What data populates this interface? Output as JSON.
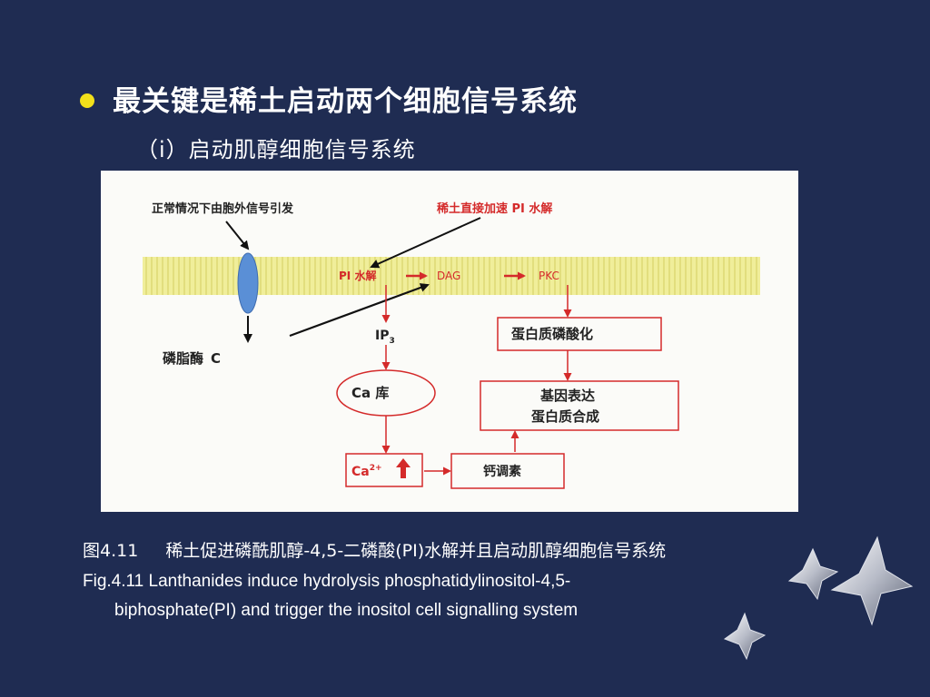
{
  "slide": {
    "bullet_heading": "最关键是稀土启动两个细胞信号系统",
    "subheading": "（i）启动肌醇细胞信号系统"
  },
  "diagram": {
    "label_normal": "正常情况下由胞外信号引发",
    "label_rare_earth": "稀土直接加速 PI 水解",
    "label_pi": "PI 水解",
    "label_dag": "DAG",
    "label_pkc": "PKC",
    "label_ip3": "IP",
    "label_ip3_sub": "3",
    "label_phospholipase": "磷脂酶",
    "label_phospholipase_c": "C",
    "label_ca_store": "Ca  库",
    "label_protein_phos": "蛋白质磷酸化",
    "label_gene_expr_1": "基因表达",
    "label_gene_expr_2": "蛋白质合成",
    "label_ca_ion": "Ca",
    "label_ca_ion_sup": "2+",
    "label_calmodulin": "钙调素"
  },
  "caption": {
    "cn_number": "图4.11",
    "cn_text": "稀土促进磷酰肌醇-4,5-二磷酸(PI)水解并且启动肌醇细胞信号系统",
    "en_line1": "Fig.4.11  Lanthanides induce hydrolysis phosphatidylinositol-4,5-",
    "en_line2": "biphosphate(PI) and trigger the inositol cell signalling system"
  },
  "colors": {
    "background": "#1f2c52",
    "bullet": "#f2e01a",
    "membrane": "#f0ee9a",
    "diagram_red": "#d42a2a",
    "enzyme_blue": "#5a8fd6"
  }
}
